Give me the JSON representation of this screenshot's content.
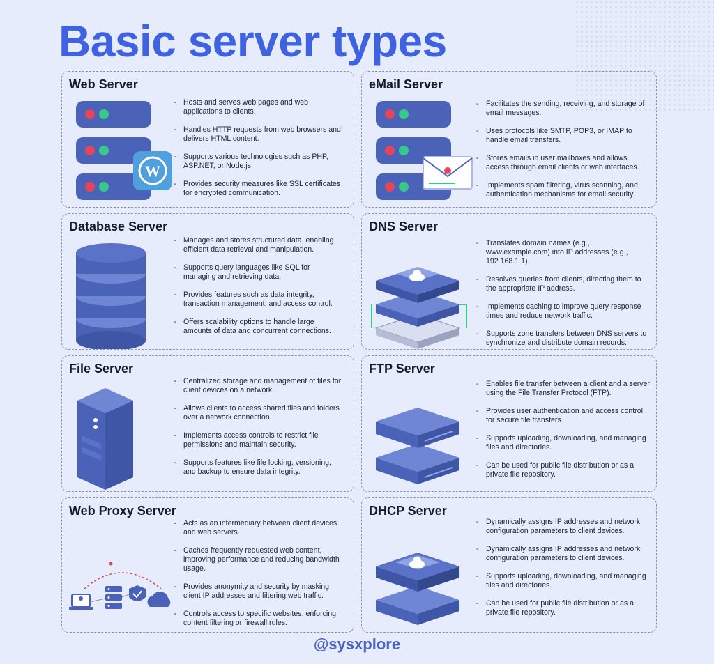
{
  "title": "Basic server types",
  "footer": "@sysxplore",
  "cards": [
    {
      "title": "Web Server",
      "bullets": [
        "Hosts and serves web pages and web applications to clients.",
        "Handles HTTP requests from web browsers and delivers HTML content.",
        "Supports various technologies such as PHP, ASP.NET, or Node.js",
        "Provides security measures like SSL certificates for encrypted communication."
      ]
    },
    {
      "title": "eMail Server",
      "bullets": [
        "Facilitates the sending, receiving, and storage of email messages.",
        "Uses protocols like SMTP, POP3, or IMAP to handle email transfers.",
        "Stores emails in user mailboxes and allows access through email clients or web interfaces.",
        "Implements spam filtering, virus scanning, and authentication mechanisms for email security."
      ]
    },
    {
      "title": "Database Server",
      "bullets": [
        "Manages and stores structured data, enabling efficient data retrieval and manipulation.",
        "Supports query languages like SQL for managing and retrieving data.",
        "Provides features such as data integrity, transaction management, and access control.",
        "Offers scalability options to handle large amounts of data and concurrent connections."
      ]
    },
    {
      "title": "DNS Server",
      "bullets": [
        "Translates domain names (e.g., www.example.com) into IP addresses (e.g., 192.168.1.1).",
        "Resolves queries from clients, directing them to the appropriate IP address.",
        "Implements caching to improve query response times and reduce network traffic.",
        "Supports zone transfers between DNS servers to synchronize and distribute domain records."
      ]
    },
    {
      "title": "File Server",
      "bullets": [
        "Centralized storage and management of files for client devices on a network.",
        "Allows clients to access shared files and folders over a network connection.",
        "Implements access controls to restrict file permissions and maintain security.",
        "Supports features like file locking, versioning, and backup to ensure data integrity."
      ]
    },
    {
      "title": "FTP Server",
      "bullets": [
        "Enables file transfer between a client and a server using the File Transfer Protocol (FTP).",
        "Provides user authentication and access control for secure file transfers.",
        "Supports uploading, downloading, and managing files and directories.",
        "Can be used for public file distribution or as a private file repository."
      ]
    },
    {
      "title": "Web Proxy Server",
      "bullets": [
        "Acts as an intermediary between client devices and web servers.",
        "Caches frequently requested web content, improving performance and reducing bandwidth usage.",
        "Provides anonymity and security by masking client IP addresses and filtering web traffic.",
        "Controls access to specific websites, enforcing content filtering or firewall rules."
      ]
    },
    {
      "title": "DHCP Server",
      "bullets": [
        "Dynamically assigns IP addresses and network configuration parameters to client devices.",
        "Dynamically assigns IP addresses and network configuration parameters to client devices.",
        "Supports uploading, downloading, and managing files and directories.",
        "Can be used for public file distribution or as a private file repository."
      ]
    }
  ]
}
